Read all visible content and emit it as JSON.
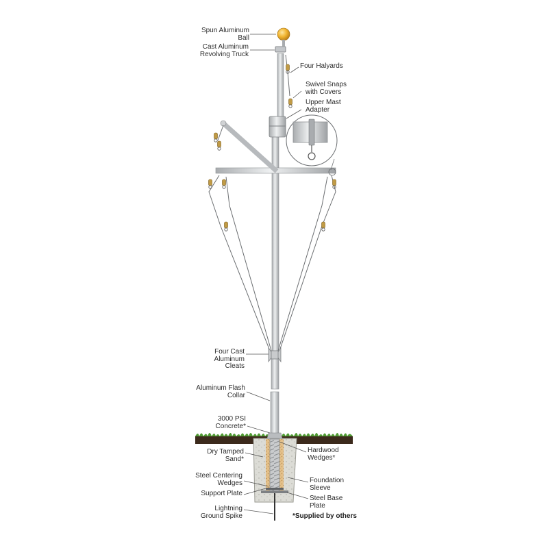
{
  "labels": {
    "spun_ball": [
      "Spun Aluminum",
      "Ball"
    ],
    "truck": [
      "Cast Aluminum",
      "Revolving Truck"
    ],
    "halyards": [
      "Four Halyards"
    ],
    "swivel_snaps": [
      "Swivel Snaps",
      "with Covers"
    ],
    "upper_mast": [
      "Upper Mast",
      "Adapter"
    ],
    "cleats": [
      "Four Cast",
      "Aluminum",
      "Cleats"
    ],
    "flash_collar": [
      "Aluminum Flash",
      "Collar"
    ],
    "concrete": [
      "3000 PSI",
      "Concrete*"
    ],
    "sand": [
      "Dry Tamped",
      "Sand*"
    ],
    "hardwood": [
      "Hardwood",
      "Wedges*"
    ],
    "centering": [
      "Steel Centering",
      "Wedges"
    ],
    "foundation_sleeve": [
      "Foundation",
      "Sleeve"
    ],
    "support_plate": [
      "Support Plate"
    ],
    "base_plate": [
      "Steel Base",
      "Plate"
    ],
    "lightning": [
      "Lightning",
      "Ground Spike"
    ]
  },
  "footnote": "*Supplied by others",
  "colors": {
    "pole": "#d2d4d6",
    "pole_edge": "#8e9194",
    "ball": "#f2b632",
    "snap_brass": "#b8913a",
    "grass": "#3f8a2a",
    "soil": "#3c2a1c",
    "concrete": "#dcdcd6",
    "sand": "#d9b27a"
  }
}
